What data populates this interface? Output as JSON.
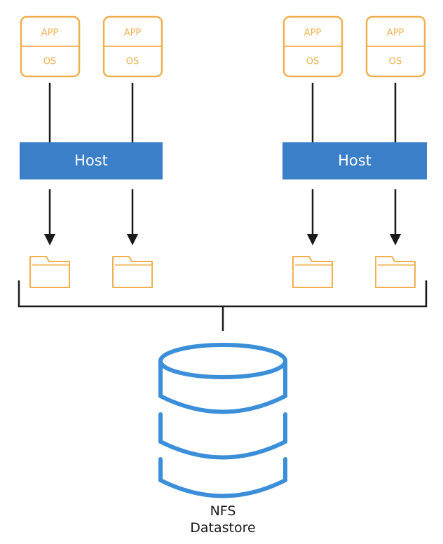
{
  "colors": {
    "vm": "#f0b050",
    "host": "#3a7fc8",
    "host_text": "#ffffff",
    "datastore": "#3a8fd8",
    "line": "#1a1a1a",
    "text": "#1a1a1a"
  },
  "vms": [
    {
      "app": "APP",
      "os": "OS"
    },
    {
      "app": "APP",
      "os": "OS"
    },
    {
      "app": "APP",
      "os": "OS"
    },
    {
      "app": "APP",
      "os": "OS"
    }
  ],
  "hosts": [
    {
      "label": "Host"
    },
    {
      "label": "Host"
    }
  ],
  "folders": [
    {
      "icon": "folder-icon"
    },
    {
      "icon": "folder-icon"
    },
    {
      "icon": "folder-icon"
    },
    {
      "icon": "folder-icon"
    }
  ],
  "datastore": {
    "icon": "database-icon",
    "line1": "NFS",
    "line2": "Datastore"
  }
}
